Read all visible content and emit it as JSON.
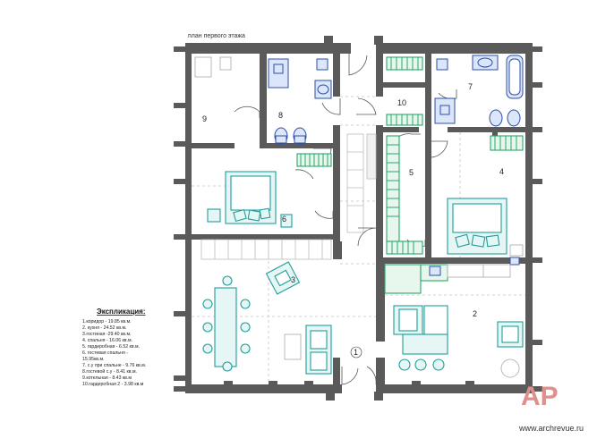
{
  "plan_title": "план первого этажа",
  "legend": {
    "title": "Экспликация:",
    "items": [
      "1.коридор - 19.85  кв.м.",
      "2. кухня - 24.52 кв.м.",
      "3.гостиная -29.40 кв.м.",
      "4. спальня - 16.06 кв.м.",
      "5. гардеробная - 6.52 кв.м.",
      "6. гостевая спальня -",
      "15.95кв.м.",
      "7. с.у при спальне - 9.76 кв.м.",
      "8.гостевой с.у - 8.41 кв.м.",
      "9.котельная - 8.43 кв.м",
      "10.гардеробная 2 - 3.98 кв.м"
    ]
  },
  "room_labels": {
    "r1": "1",
    "r2": "2",
    "r3": "3",
    "r4": "4",
    "r5": "5",
    "r6": "6",
    "r7": "7",
    "r8": "8",
    "r9": "9",
    "r10": "10"
  },
  "watermark": {
    "logo": "АР",
    "site": "www.archrevue.ru"
  },
  "colors": {
    "wall": "#5a5a5a",
    "furniture": "#1e9e9a",
    "wardrobe": "#27a86a",
    "plumbing": "#2d4fa8",
    "watermark": "#e0908a"
  }
}
